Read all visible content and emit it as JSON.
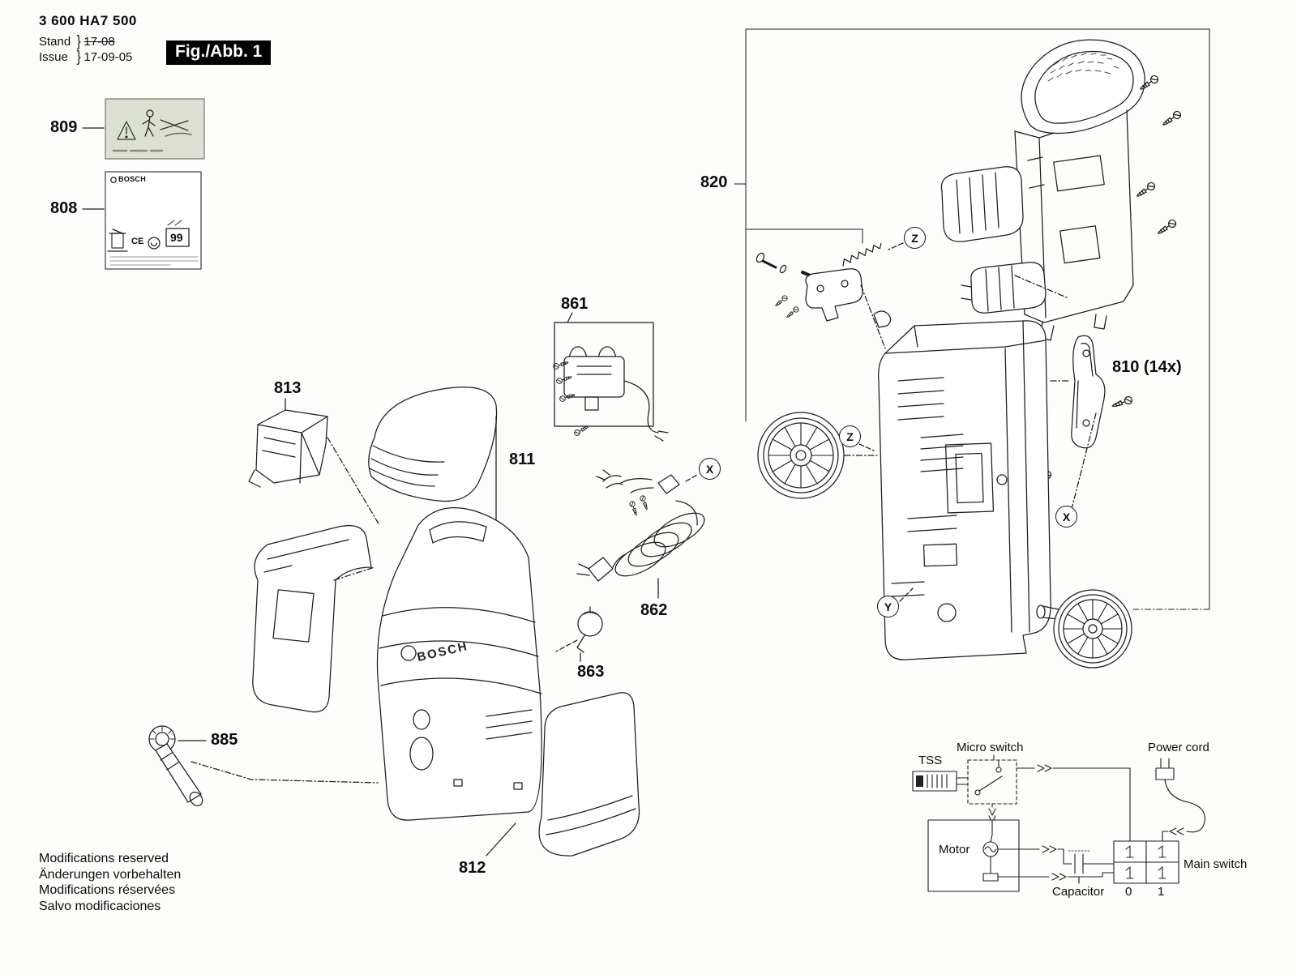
{
  "header": {
    "part_number": "3 600 HA7 500",
    "stand_label": "Stand",
    "stand_value": "17-08",
    "issue_label": "Issue",
    "issue_value": "17-09-05",
    "brace": "}",
    "figure_label": "Fig./Abb. 1"
  },
  "callouts": {
    "c808": "808",
    "c809": "809",
    "c810": "810 (14x)",
    "c811": "811",
    "c812": "812",
    "c813": "813",
    "c820": "820",
    "c861": "861",
    "c862": "862",
    "c863": "863",
    "c885": "885"
  },
  "refs": {
    "x": "X",
    "y": "Y",
    "z": "Z"
  },
  "nameplate": {
    "brand": "BOSCH",
    "ce": "CE",
    "number": "99"
  },
  "body": {
    "logo": "BOSCH"
  },
  "schematic": {
    "tss": "TSS",
    "micro_switch": "Micro switch",
    "power_cord": "Power cord",
    "motor": "Motor",
    "capacitor": "Capacitor",
    "main_switch": "Main switch",
    "pos_0": "0",
    "pos_1": "1"
  },
  "footer": {
    "line1": "Modifications reserved",
    "line2": "Änderungen vorbehalten",
    "line3": "Modifications réservées",
    "line4": "Salvo modificaciones"
  }
}
